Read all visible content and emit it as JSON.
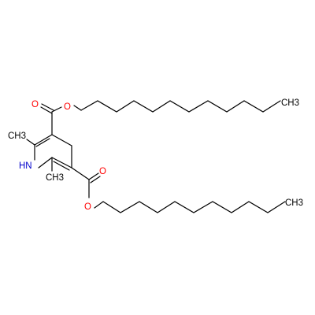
{
  "molecule": {
    "labels": {
      "ester_top_carbonyl_o": "O",
      "ester_top_ether_o": "O",
      "ester_bottom_carbonyl_o": "O",
      "ester_bottom_ether_o": "O",
      "ring_nh": "HN",
      "methyl_c2": "CH3",
      "methyl_c6": "CH3",
      "chain_top_terminal": "CH3",
      "chain_bottom_terminal": "CH3"
    },
    "colors": {
      "oxygen": "#ff0000",
      "nitrogen": "#0000cc",
      "carbon": "#000000",
      "bond": "#000000"
    }
  }
}
